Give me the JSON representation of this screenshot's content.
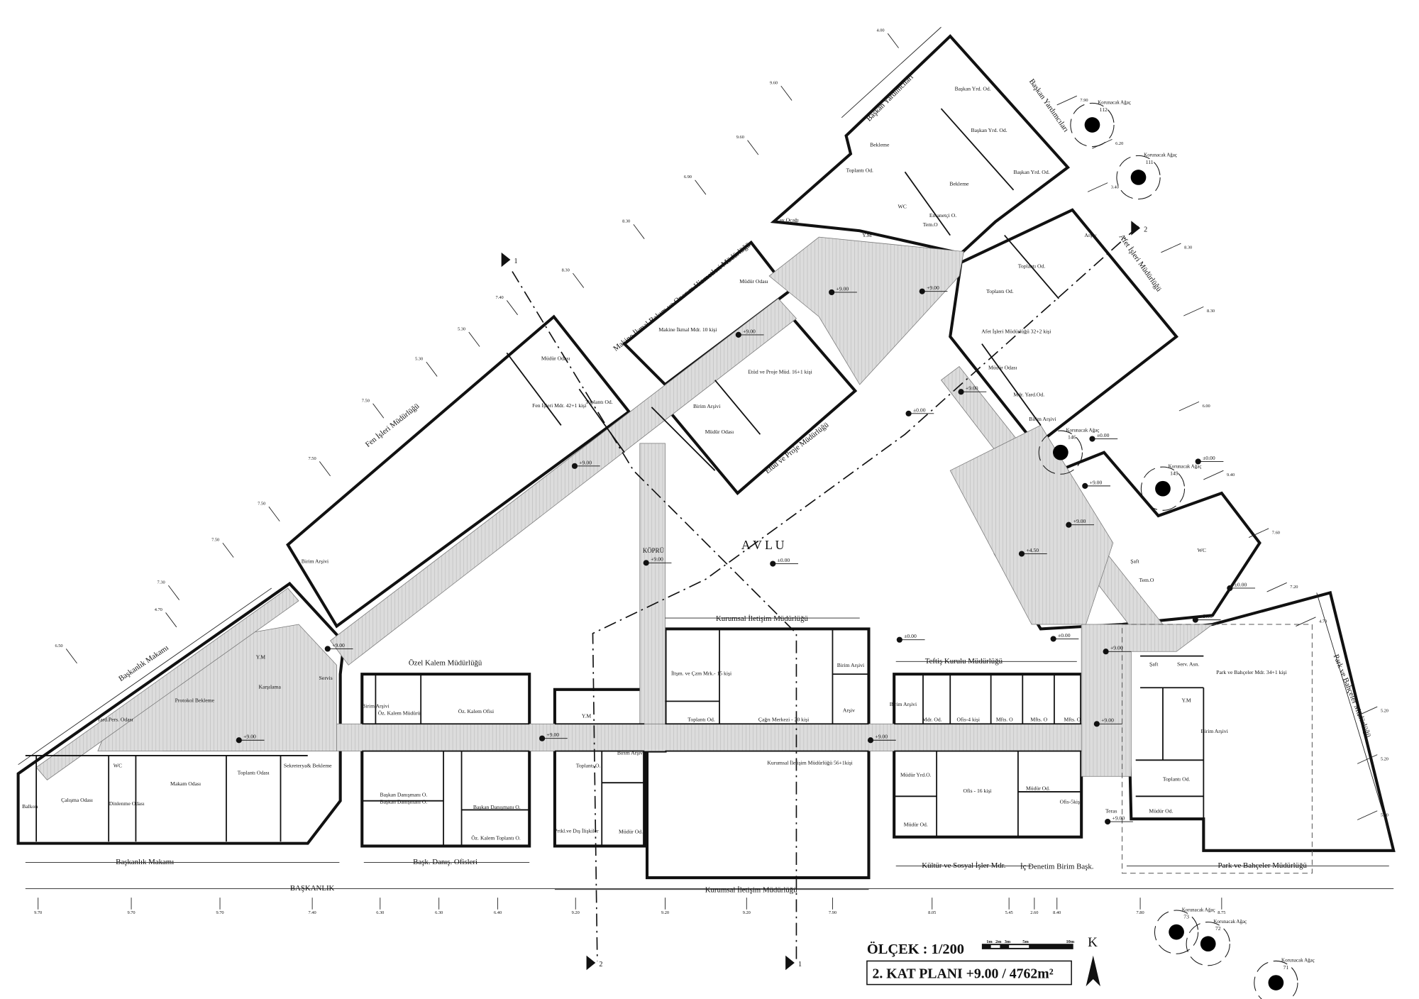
{
  "title_block": {
    "scale": "ÖLÇEK : 1/200",
    "plan_title": "2. KAT PLANI +9.00 / 4762m²",
    "scale_bar": [
      "1m",
      "2m",
      "3m",
      "5m",
      "10m"
    ],
    "north": "K"
  },
  "courtyard": "A V L U",
  "bridge": "KÖPRÜ",
  "departments": [
    "Başkanlık Makamı",
    "Başkanlık Makamı",
    "BAŞKANLIK",
    "Özel Kalem Müdürlüğü",
    "Başk. Danış. Ofisleri",
    "Kurumsal İletişim Müdürlüğü",
    "Kurumsal İletişim Müdürlüğü",
    "Teftiş Kurulu Müdürlüğü",
    "Kültür ve Sosyal İşler Mdr.",
    "İç Denetim Birim Başk.",
    "Park ve Bahçeler Müdürlüğü",
    "Park ve Bahçeler Müdürlüğü",
    "Fen İşleri Müdürlüğü",
    "Makine İkmal Bakım ve Onarım Hizmetleri Müdürlüğü",
    "Etüd ve Proje Müdürlüğü",
    "Başkan Yardımcıları",
    "Başkan Yardımcıları",
    "Afet İşleri Müdürlüğü"
  ],
  "rooms": [
    "Balkon",
    "Çalışma Odası",
    "Makam Odası",
    "Toplantı Odası",
    "Sekreterya& Bekleme",
    "Yard.Pers. Odası",
    "WC",
    "Dinlenme Odası",
    "Protokol Bekleme",
    "Karşılama",
    "Servis",
    "Y.M",
    "Birim Arşivi",
    "Öz. Kalem Müdürü",
    "Öz. Kalem Ofisi",
    "Başkan Danışmanı O.",
    "Başkan Danışmanı O.",
    "Başkan Danışmanı O.",
    "Öz. Kalem Toplantı O.",
    "Y.M",
    "Toplantı O.",
    "Birim Arşivi",
    "Prtkl.ve Dış İlişkiler",
    "Müdür Od.",
    "İltşm. ve Çzm Mrk.- 15 kişi",
    "Toplantı Od.",
    "Çağrı Merkezi - 20 kişi",
    "Birim Arşivi",
    "Arşiv",
    "Kurumsal İletişim Müdürlüğü 56+1kişi",
    "Birim Arşivi",
    "Mdr. Od.",
    "Ofis-4 kişi",
    "Mfts. O",
    "Mfts. O",
    "Mfts. O",
    "Müdür Yrd.O.",
    "Ofis - 16 kişi",
    "Müdür Od.",
    "Ofis-5kişi",
    "Müdür Od.",
    "Teras",
    "Şaft",
    "Serv. Asn.",
    "Y.M",
    "Birim Arşivi",
    "Toplantı Od.",
    "Müdür Od.",
    "Park ve Bahçeler Mdr. 34+1 kişi",
    "Birim Arşivi",
    "Müdür Odası",
    "Fen İşleri Mdr. 42+1 kişi",
    "Toplantı Od.",
    "Makine İkmal Mdr. 10 kişi",
    "Müdür Odası",
    "Etüd ve Proje Müd. 16+1 kişi",
    "Birim Arşivi",
    "Müdür Odası",
    "Başkan Yrd. Od.",
    "Başkan Yrd. Od.",
    "Başkan Yrd. Od.",
    "Bekleme",
    "Bekleme",
    "Toplantı Od.",
    "Çay Ocağı",
    "WC",
    "Emanetçi O.",
    "Tem.O",
    "Y.M",
    "Arşiv",
    "Toplantı Od.",
    "Toplantı Od.",
    "Afet İşleri Müdürlüğü 32+2 kişi",
    "Müdür Odası",
    "Mdr. Yard.Od.",
    "Birim Arşivi",
    "Şaft",
    "Tem.O",
    "WC"
  ],
  "elevations": {
    "plus9": "+9.00",
    "zero": "±0.00",
    "plus45": "+4.50"
  },
  "trees": {
    "label": "Korunacak Ağaç",
    "ids": [
      "112",
      "111",
      "146",
      "149",
      "72",
      "73",
      "71"
    ]
  },
  "dimensions": {
    "bottom": [
      "9.70",
      "9.70",
      "9.70",
      "7.40",
      "6.30",
      "6.30",
      "6.40",
      "9.20",
      "9.20",
      "9.20",
      "7.90",
      "8.05",
      "5.45",
      "2.60",
      "8.40",
      "7.80",
      "8.75"
    ],
    "left": [
      "4.70",
      "6.50",
      "7.30",
      "7.50",
      "7.50",
      "7.50",
      "7.50",
      "5.30",
      "5.30",
      "7.40",
      "8.30",
      "8.30",
      "6.90",
      "9.60",
      "9.60",
      "4.00"
    ],
    "right": [
      "7.90",
      "6.20",
      "3.40",
      "8.30",
      "8.30",
      "6.00",
      "9.40",
      "7.60",
      "7.20",
      "4.70",
      "5.20",
      "5.20",
      "5.20"
    ]
  },
  "section_markers": [
    "1",
    "2",
    "2",
    "1"
  ]
}
